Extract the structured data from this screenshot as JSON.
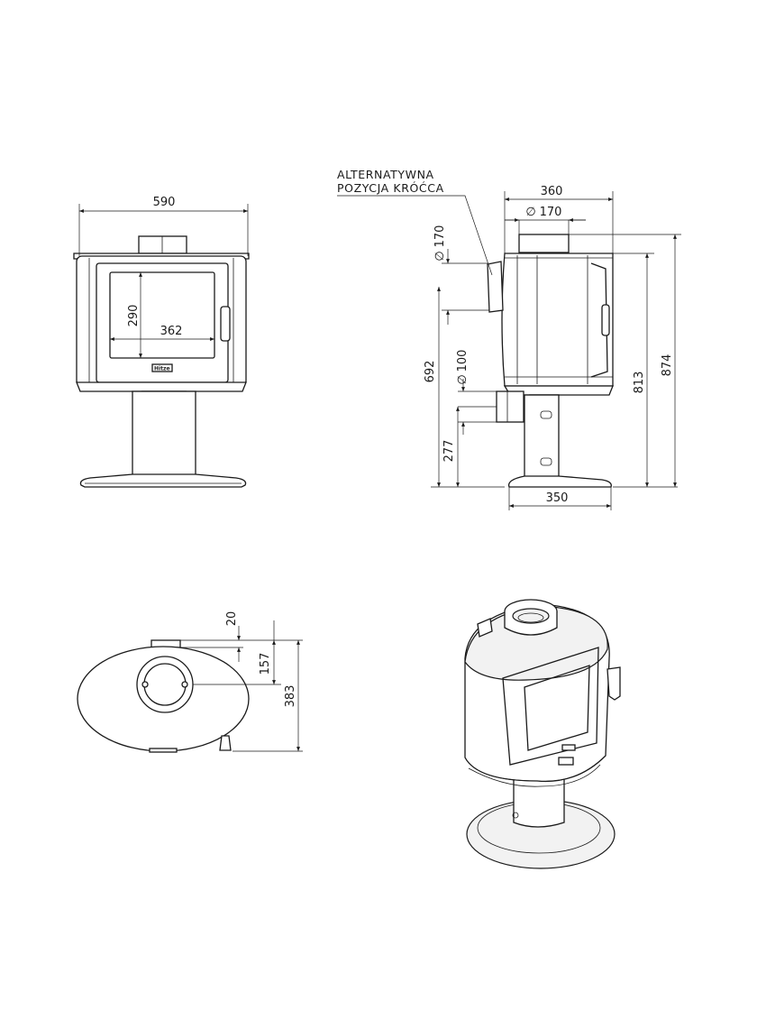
{
  "note": {
    "line1": "ALTERNATYWNA",
    "line2": "POZYCJA KRÓĆCA"
  },
  "brand_mark": "Hitze",
  "front_view": {
    "width": "590",
    "glass_height": "290",
    "glass_width": "362"
  },
  "side_view": {
    "depth": "360",
    "flue_top": "170",
    "flue_rear": "170",
    "air_inlet": "100",
    "height_total": "874",
    "height_body": "813",
    "height_rear_flue": "692",
    "height_air_inlet": "277",
    "base_depth": "350"
  },
  "top_view": {
    "offset": "20",
    "flue_center": "157",
    "depth": "383"
  },
  "diameter_symbol": "∅"
}
